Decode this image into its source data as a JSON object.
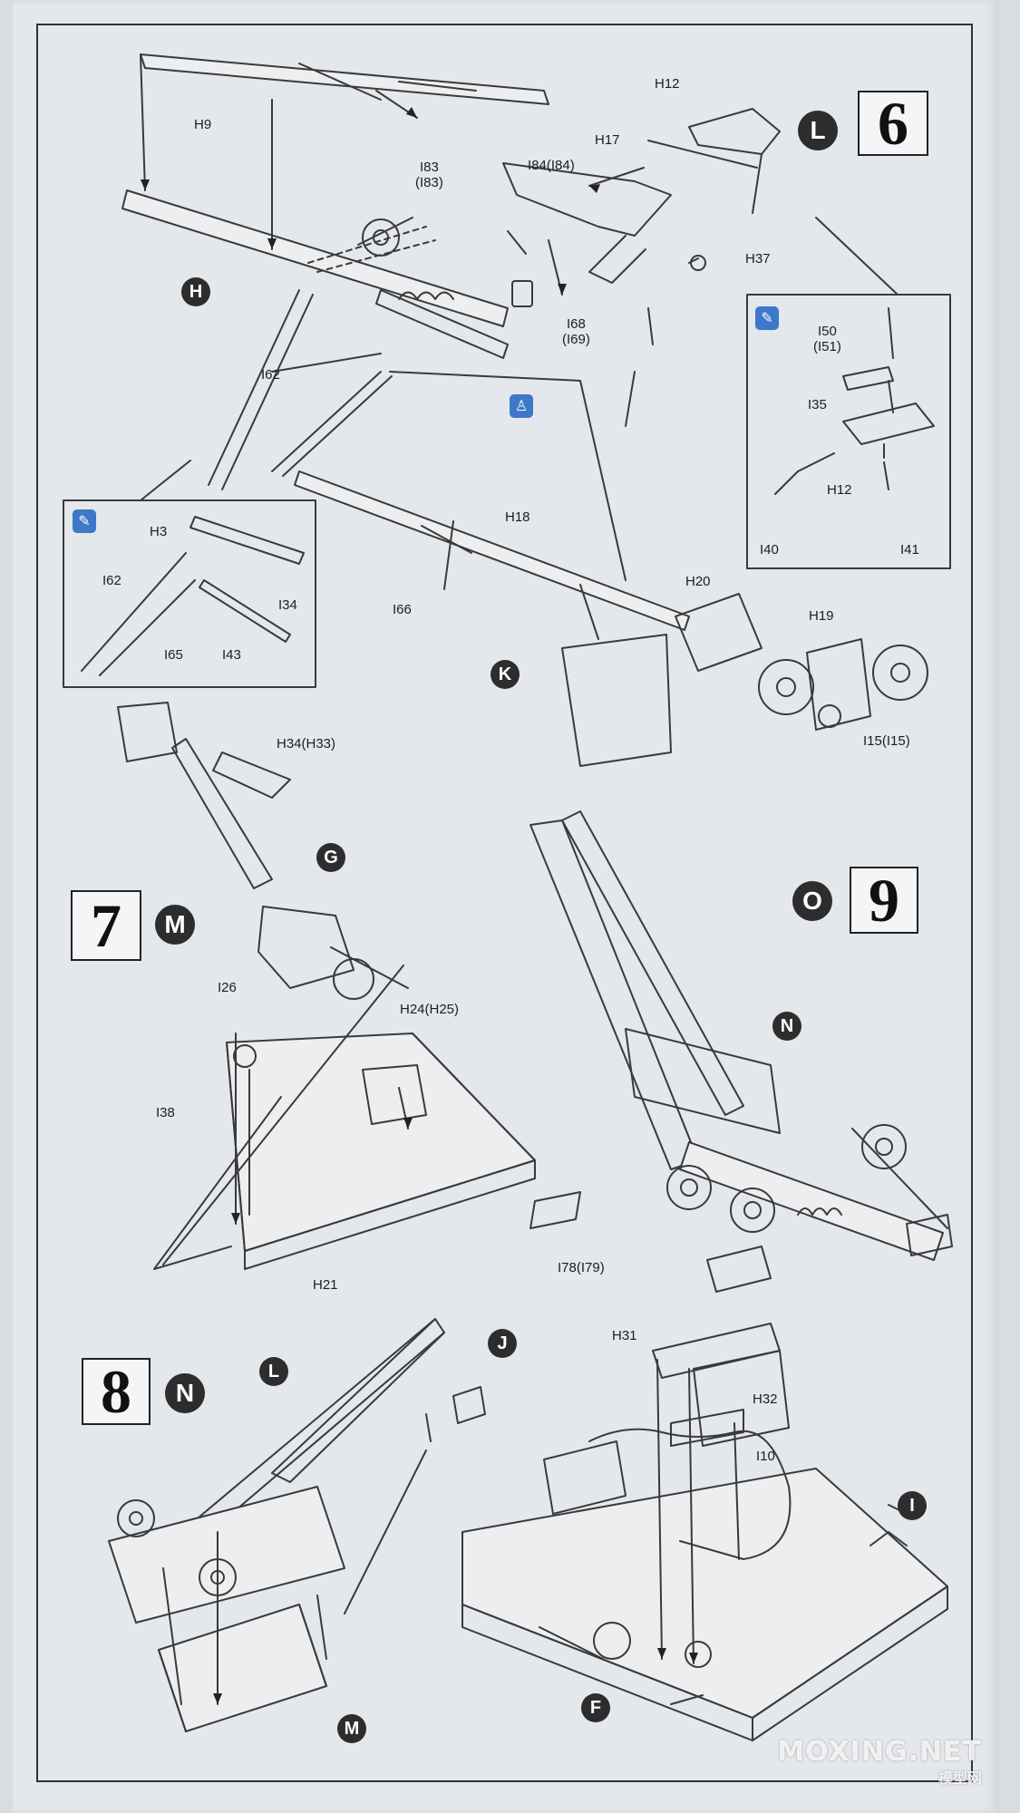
{
  "steps": {
    "s6": {
      "number": "6",
      "subassembly": "L"
    },
    "s7": {
      "number": "7",
      "subassembly": "M"
    },
    "s8": {
      "number": "8",
      "subassembly": "N"
    },
    "s9": {
      "number": "9",
      "subassembly": "O"
    }
  },
  "subassembly_markers": {
    "H": "H",
    "K": "K",
    "G": "G",
    "N": "N",
    "L": "L",
    "J": "J",
    "M": "M",
    "I": "I",
    "F": "F"
  },
  "parts": {
    "H9": "H9",
    "I83": "I83",
    "I83_alt": "(I83)",
    "I84": "I84(I84)",
    "H12": "H12",
    "H17": "H17",
    "H37": "H37",
    "I68": "I68",
    "I69": "(I69)",
    "I62": "I62",
    "I50": "I50",
    "I51": "(I51)",
    "I35": "I35",
    "H12b": "H12",
    "I40": "I40",
    "I41": "I41",
    "H3": "H3",
    "I62b": "I62",
    "I34": "I34",
    "I65": "I65",
    "I43": "I43",
    "H18": "H18",
    "I66": "I66",
    "H20": "H20",
    "H19": "H19",
    "I15": "I15(I15)",
    "H34": "H34(H33)",
    "I26": "I26",
    "H24": "H24(H25)",
    "I38": "I38",
    "H21": "H21",
    "I78": "I78(I79)",
    "H31": "H31",
    "H32": "H32",
    "I10": "I10"
  },
  "icons": {
    "glue": "glue-drop-icon",
    "figure": "crew-figure-icon"
  },
  "watermark": {
    "line1": "MOXING.NET",
    "line2": "模型网"
  },
  "colors": {
    "paper": "#e4e7eb",
    "ink": "#2d2d2d",
    "accent": "#3e78c8"
  }
}
